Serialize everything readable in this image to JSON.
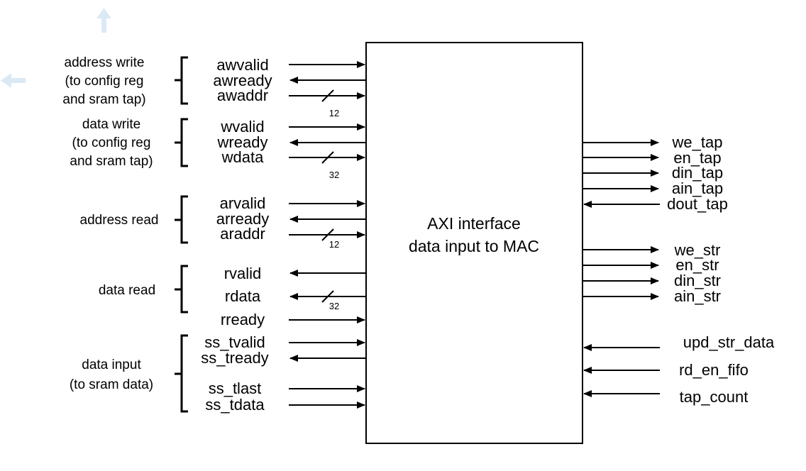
{
  "block": {
    "title_line1": "AXI interface",
    "title_line2": "data input to MAC"
  },
  "groups": {
    "address_write": [
      "address write",
      "(to config reg",
      "and sram tap)"
    ],
    "data_write": [
      "data write",
      "(to config reg",
      "and sram tap)"
    ],
    "address_read": [
      "address read"
    ],
    "data_read": [
      "data read"
    ],
    "data_input": [
      "data input",
      "(to sram data)"
    ]
  },
  "left_signals": {
    "awvalid": "awvalid",
    "awready": "awready",
    "awaddr": "awaddr",
    "wvalid": "wvalid",
    "wready": "wready",
    "wdata": "wdata",
    "arvalid": "arvalid",
    "arready": "arready",
    "araddr": "araddr",
    "rvalid": "rvalid",
    "rdata": "rdata",
    "rready": "rready",
    "ss_tvalid": "ss_tvalid",
    "ss_tready": "ss_tready",
    "ss_tlast": "ss_tlast",
    "ss_tdata": "ss_tdata"
  },
  "bus_widths": {
    "awaddr": "12",
    "wdata": "32",
    "araddr": "12",
    "rdata": "32"
  },
  "right_signals": {
    "we_tap": "we_tap",
    "en_tap": "en_tap",
    "din_tap": "din_tap",
    "ain_tap": "ain_tap",
    "dout_tap": "dout_tap",
    "we_str": "we_str",
    "en_str": "en_str",
    "din_str": "din_str",
    "ain_str": "ain_str",
    "upd_str_data": "upd_str_data",
    "rd_en_fifo": "rd_en_fifo",
    "tap_count": "tap_count"
  },
  "arrow_directions": {
    "awvalid": "in",
    "awready": "out",
    "awaddr": "in",
    "wvalid": "in",
    "wready": "out",
    "wdata": "in",
    "arvalid": "in",
    "arready": "out",
    "araddr": "in",
    "rvalid": "out",
    "rdata": "out",
    "rready": "in",
    "ss_tvalid": "in",
    "ss_tready": "out",
    "ss_tlast": "in",
    "ss_tdata": "in",
    "we_tap": "out",
    "en_tap": "out",
    "din_tap": "out",
    "ain_tap": "out",
    "dout_tap": "in",
    "we_str": "out",
    "en_str": "out",
    "din_str": "out",
    "ain_str": "out",
    "upd_str_data": "in",
    "rd_en_fifo": "in",
    "tap_count": "in"
  }
}
